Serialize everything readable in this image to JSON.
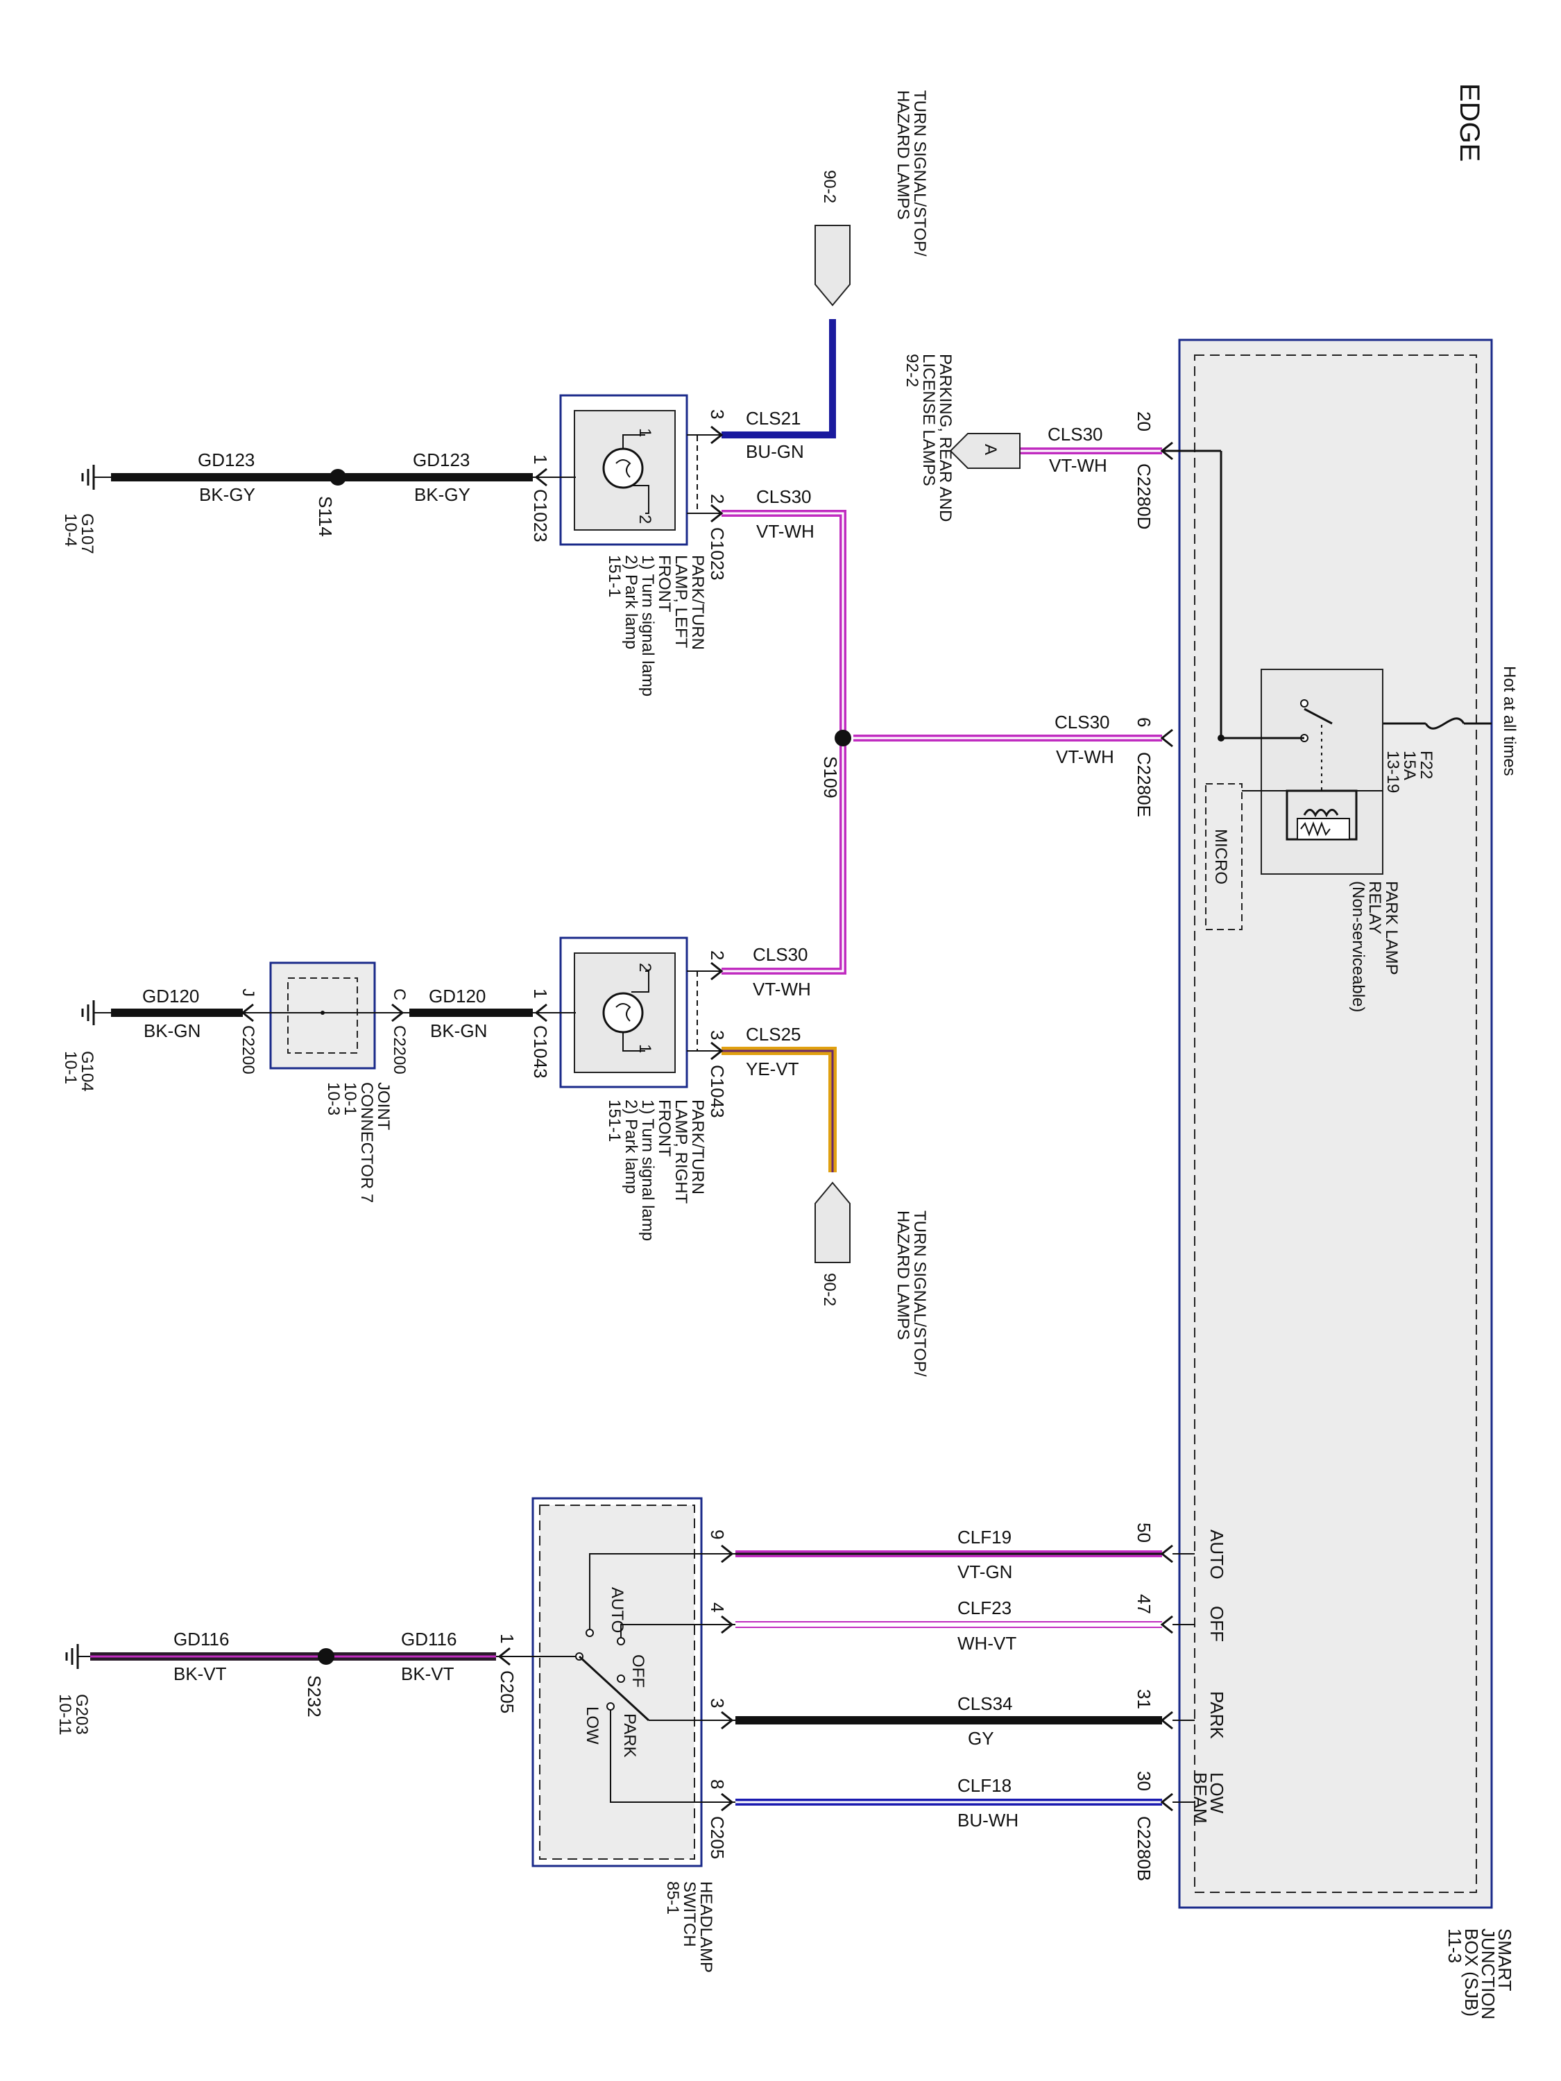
{
  "title": "EDGE",
  "sjb": {
    "name": [
      "SMART",
      "JUNCTION",
      "BOX (SJB)",
      "11-3"
    ],
    "hot_label": "Hot at all times",
    "fuse": [
      "F22",
      "15A",
      "13-19"
    ],
    "relay": [
      "PARK LAMP",
      "RELAY",
      "(Non-serviceable)"
    ],
    "micro": "MICRO",
    "ports": {
      "auto": "AUTO",
      "off": "OFF",
      "park": "PARK",
      "low_beam": [
        "LOW",
        "BEAM"
      ]
    }
  },
  "wires": {
    "c2280d": {
      "pin": "20",
      "circuit": "CLS30",
      "color": "VT-WH",
      "connector": "C2280D"
    },
    "c2280e": {
      "pin": "6",
      "circuit": "CLS30",
      "color": "VT-WH",
      "connector": "C2280E"
    },
    "left_top": {
      "pin": "3",
      "circuit": "CLS21",
      "color": "BU-GN"
    },
    "left_mid": {
      "pin": "2",
      "circuit": "CLS30",
      "color": "VT-WH",
      "connector": "C1023"
    },
    "left_gnd_in": {
      "pin": "1",
      "circuit": "GD123",
      "color": "BK-GY",
      "connector": "C1023"
    },
    "left_gnd_out": {
      "circuit": "GD123",
      "color": "BK-GY"
    },
    "right_top": {
      "pin": "2",
      "circuit": "CLS30",
      "color": "VT-WH"
    },
    "right_bot": {
      "pin": "3",
      "circuit": "CLS25",
      "color": "YE-VT",
      "connector": "C1043"
    },
    "right_gnd_in": {
      "pin": "1",
      "circuit": "GD120",
      "color": "BK-GN",
      "connector": "C1043"
    },
    "right_gnd_out": {
      "circuit": "GD120",
      "color": "BK-GN"
    },
    "sw_auto": {
      "pin_sw": "9",
      "pin_sjb": "50",
      "circuit": "CLF19",
      "color": "VT-GN"
    },
    "sw_off": {
      "pin_sw": "4",
      "pin_sjb": "47",
      "circuit": "CLF23",
      "color": "WH-VT"
    },
    "sw_park": {
      "pin_sw": "3",
      "pin_sjb": "31",
      "circuit": "CLS34",
      "color": "GY"
    },
    "sw_low": {
      "pin_sw": "8",
      "pin_sjb": "30",
      "circuit": "CLF18",
      "color": "BU-WH",
      "conn_sw": "C205",
      "conn_sjb": "C2280B"
    },
    "sw_gnd_in": {
      "pin": "1",
      "circuit": "GD116",
      "color": "BK-VT",
      "connector": "C205"
    },
    "sw_gnd_out": {
      "circuit": "GD116",
      "color": "BK-VT"
    }
  },
  "refs": {
    "parking_rear": [
      "PARKING, REAR AND",
      "LICENSE LAMPS",
      "92-2"
    ],
    "connector_a": "A",
    "turn_signal_top": [
      "TURN SIGNAL/STOP/",
      "HAZARD LAMPS"
    ],
    "turn_signal_top_page": "90-2",
    "turn_signal_bot": [
      "TURN SIGNAL/STOP/",
      "HAZARD LAMPS"
    ],
    "turn_signal_bot_page": "90-2"
  },
  "components": {
    "left_lamp": [
      "PARK/TURN",
      "LAMP, LEFT",
      "FRONT",
      "1) Turn signal lamp",
      "2) Park lamp",
      "151-1"
    ],
    "right_lamp": [
      "PARK/TURN",
      "LAMP, RIGHT",
      "FRONT",
      "1) Turn signal lamp",
      "2) Park lamp",
      "151-1"
    ],
    "lamp_pin1": "1",
    "lamp_pin2": "2",
    "joint_connector": [
      "JOINT",
      "CONNECTOR 7",
      "10-1",
      "10-3"
    ],
    "joint_c": "C",
    "joint_j": "J",
    "joint_conn": "C2200",
    "headlamp_switch": [
      "HEADLAMP",
      "SWITCH",
      "85-1"
    ],
    "switch_positions": {
      "auto": "AUTO",
      "off": "OFF",
      "park": "PARK",
      "low": "LOW"
    }
  },
  "splices": {
    "s114": "S114",
    "s109": "S109",
    "s232": "S232"
  },
  "grounds": {
    "g107": [
      "G107",
      "10-4"
    ],
    "g104": [
      "G104",
      "10-1"
    ],
    "g203": [
      "G203",
      "10-11"
    ]
  }
}
